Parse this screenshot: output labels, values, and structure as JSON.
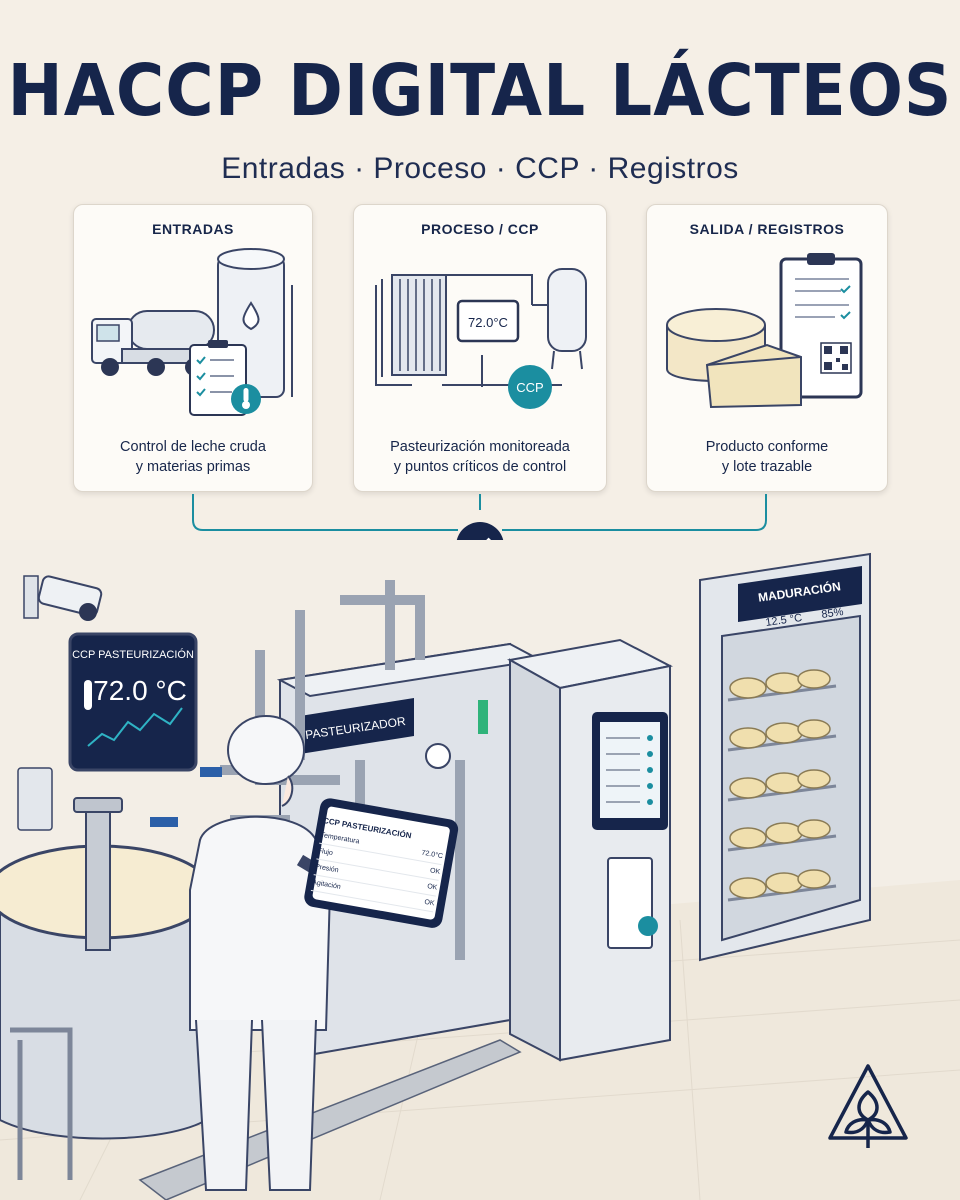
{
  "header": {
    "title": "HACCP DIGITAL LÁCTEOS",
    "subtitle": "Entradas · Proceso · CCP · Registros"
  },
  "cards": [
    {
      "heading": "ENTRADAS",
      "line1": "Control de leche cruda",
      "line2": "y materias primas"
    },
    {
      "heading": "PROCESO / CCP",
      "line1": "Pasteurización monitoreada",
      "line2": "y puntos críticos de control",
      "temp": "72.0°C",
      "badge": "CCP"
    },
    {
      "heading": "SALIDA / REGISTROS",
      "line1": "Producto conforme",
      "line2": "y lote trazable"
    }
  ],
  "scene": {
    "wall_display": {
      "label": "CCP PASTEURIZACIÓN",
      "temp": "72.0 °C"
    },
    "machine_label": "PASTEURIZADOR",
    "tablet": {
      "title": "CCP PASTEURIZACIÓN",
      "rows": [
        {
          "label": "Temperatura",
          "value": "72.0°C"
        },
        {
          "label": "Flujo",
          "value": "OK"
        },
        {
          "label": "Presión",
          "value": "OK"
        },
        {
          "label": "Agitación",
          "value": "OK"
        }
      ]
    },
    "maturation": {
      "label": "MADURACIÓN",
      "temp": "12.5 °C",
      "humidity": "85%"
    }
  },
  "colors": {
    "navy": "#16254b",
    "teal": "#1b8ea0",
    "steel": "#c9ced6",
    "background": "#f5efe6"
  }
}
